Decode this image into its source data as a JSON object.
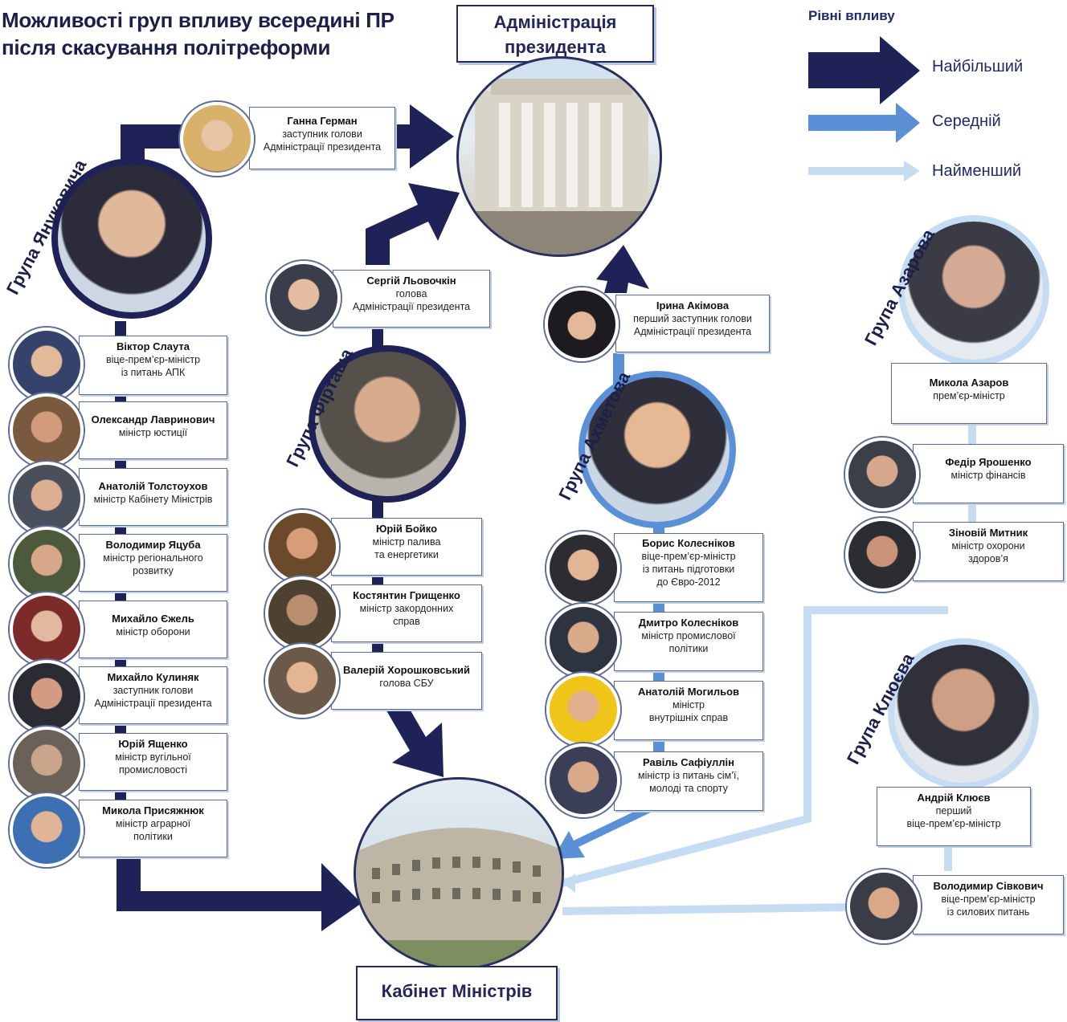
{
  "title": {
    "line1": "Можливості груп впливу всередині ПР",
    "line2": "після скасування політреформи"
  },
  "admin": {
    "line1": "Адміністрація",
    "line2": "президента"
  },
  "cabinet": {
    "label": "Кабінет Міністрів"
  },
  "legend": {
    "title": "Рівні впливу",
    "levels": [
      {
        "label": "Найбільший",
        "color": "#1e2257"
      },
      {
        "label": "Середній",
        "color": "#5b8fd6"
      },
      {
        "label": "Найменший",
        "color": "#c6dcf3"
      }
    ]
  },
  "groups": {
    "yanukovych": "Група Януковича",
    "firtash": "Група Фірташа",
    "akhmetov": "Група Ахметова",
    "azarov": "Група Азарова",
    "kliuiev": "Група Клюєва"
  },
  "people": {
    "herman": {
      "name": "Ганна Герман",
      "role1": "заступник голови",
      "role2": "Адміністрації президента"
    },
    "slauta": {
      "name": "Віктор Слаута",
      "role1": "віце-прем’єр-міністр",
      "role2": "із питань АПК"
    },
    "lavrynovych": {
      "name": "Олександр Лавринович",
      "role1": "міністр юстиції"
    },
    "tolstoukhov": {
      "name": "Анатолій Толстоухов",
      "role1": "міністр Кабінету Міністрів"
    },
    "yatsuba": {
      "name": "Володимир Яцуба",
      "role1": "міністр регіонального",
      "role2": "розвитку"
    },
    "yezhel": {
      "name": "Михайло Єжель",
      "role1": "міністр оборони"
    },
    "kulyniak": {
      "name": "Михайло Кулиняк",
      "role1": "заступник голови",
      "role2": "Адміністрації президента"
    },
    "yashchenko": {
      "name": "Юрій Ященко",
      "role1": "міністр вугільної",
      "role2": "промисловості"
    },
    "prysiazhniuk": {
      "name": "Микола Присяжнюк",
      "role1": "міністр аграрної",
      "role2": "політики"
    },
    "lovochkin": {
      "name": "Сергій Льовочкін",
      "role1": "голова",
      "role2": "Адміністрації президента"
    },
    "boiko": {
      "name": "Юрій Бойко",
      "role1": "міністр палива",
      "role2": "та енергетики"
    },
    "hryshchenko": {
      "name": "Костянтин Грищенко",
      "role1": "міністр закордонних",
      "role2": "справ"
    },
    "khoroshkovskyi": {
      "name": "Валерій Хорошковський",
      "role1": "голова СБУ"
    },
    "akimova": {
      "name": "Ірина Акімова",
      "role1": "перший заступник голови",
      "role2": "Адміністрації президента"
    },
    "b_kolesnikov": {
      "name": "Борис Колесніков",
      "role1": "віце-прем’єр-міністр",
      "role2": "із питань підготовки",
      "role3": "до Євро-2012"
    },
    "d_kolesnikov": {
      "name": "Дмитро Колесніков",
      "role1": "міністр промислової",
      "role2": "політики"
    },
    "mohyliov": {
      "name": "Анатолій Могильов",
      "role1": "міністр",
      "role2": "внутрішніх справ"
    },
    "safiullin": {
      "name": "Равіль Сафіуллін",
      "role1": "міністр із питань сім’ї,",
      "role2": "молоді та спорту"
    },
    "azarov": {
      "name": "Микола Азаров",
      "role1": "прем’єр-міністр"
    },
    "yaroshenko": {
      "name": "Федір Ярошенко",
      "role1": "міністр фінансів"
    },
    "mytnyk": {
      "name": "Зіновій Митник",
      "role1": "міністр охорони",
      "role2": "здоров’я"
    },
    "kliuiev": {
      "name": "Андрій Клюєв",
      "role1": "перший",
      "role2": "віце-прем’єр-міністр"
    },
    "sivkovych": {
      "name": "Володимир Сівкович",
      "role1": "віце-прем’єр-міністр",
      "role2": "із силових питань"
    }
  }
}
